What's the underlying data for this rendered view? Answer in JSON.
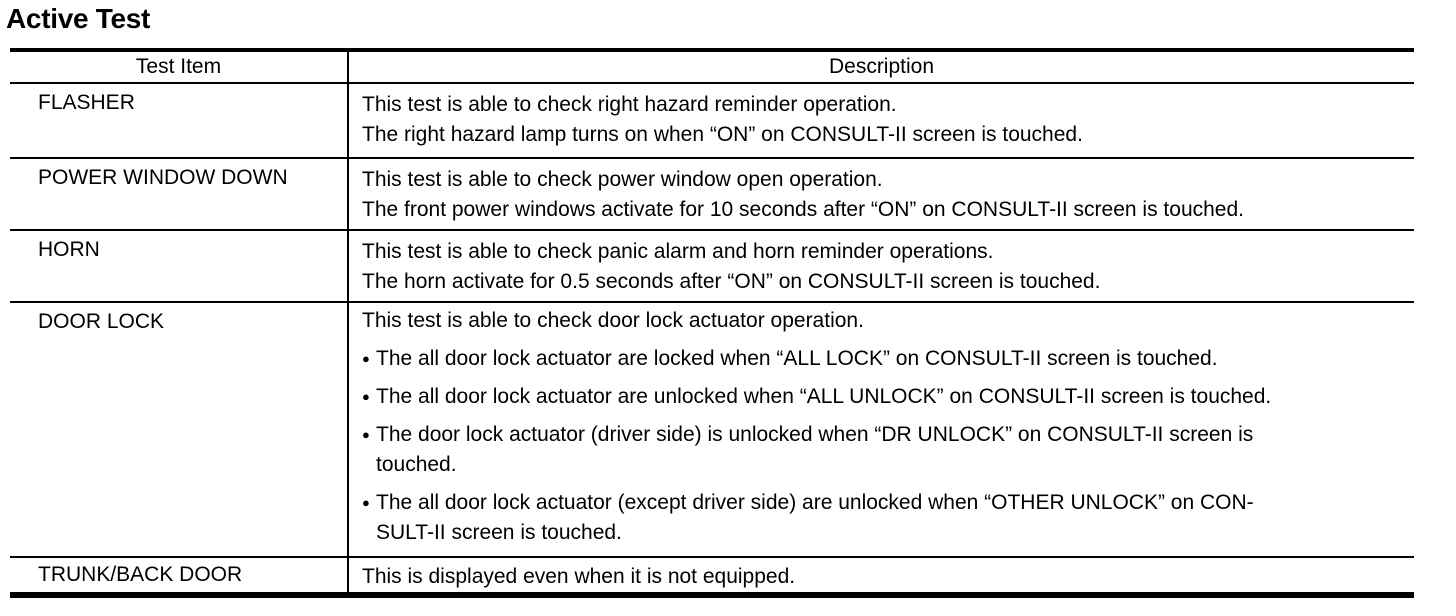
{
  "page": {
    "title": "Active Test"
  },
  "icons": {
    "bullet": "●"
  },
  "table": {
    "columns": [
      "Test Item",
      "Description"
    ],
    "rows": [
      {
        "item": "FLASHER",
        "desc_lines": [
          "This test is able to check right hazard reminder operation.",
          "The right hazard lamp turns on when “ON” on CONSULT-II screen is touched."
        ]
      },
      {
        "item": "POWER WINDOW DOWN",
        "desc_lines": [
          "This test is able to check power window open operation.",
          "The front power windows activate for 10 seconds after “ON” on CONSULT-II screen is touched."
        ]
      },
      {
        "item": "HORN",
        "desc_lines": [
          "This test is able to check panic alarm and horn reminder operations.",
          "The horn activate for 0.5 seconds after “ON” on CONSULT-II screen is touched."
        ]
      },
      {
        "item": "DOOR LOCK",
        "intro": "This test is able to check door lock actuator operation.",
        "bullets": [
          {
            "lines": [
              "The all door lock actuator are locked when “ALL LOCK” on CONSULT-II screen is touched."
            ]
          },
          {
            "lines": [
              "The all door lock actuator are unlocked when “ALL UNLOCK” on CONSULT-II screen is touched."
            ]
          },
          {
            "lines": [
              "The door lock actuator (driver side) is unlocked when “DR UNLOCK” on CONSULT-II screen is",
              "touched."
            ]
          },
          {
            "lines": [
              "The all door lock actuator (except driver side) are unlocked when “OTHER UNLOCK” on CON-",
              "SULT-II screen is touched."
            ]
          }
        ]
      },
      {
        "item": "TRUNK/BACK DOOR",
        "desc_lines": [
          "This is displayed even when it is not equipped."
        ]
      }
    ]
  }
}
